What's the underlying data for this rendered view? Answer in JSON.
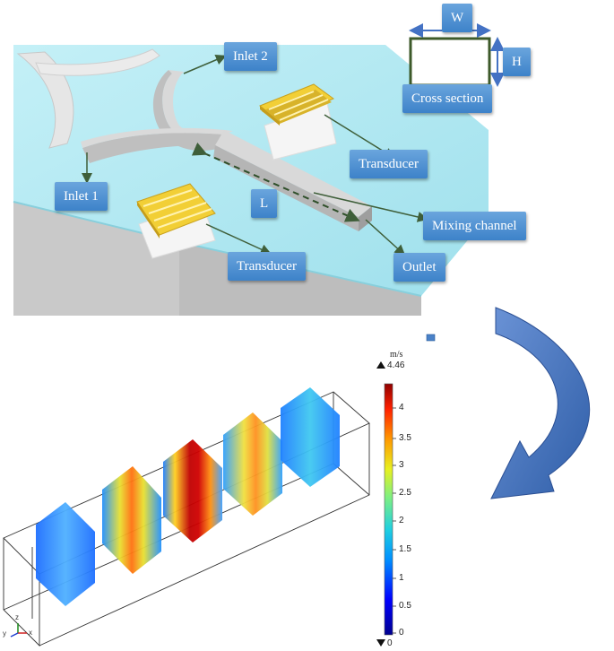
{
  "top": {
    "labels": {
      "w": "W",
      "h": "H",
      "cross_section": "Cross section",
      "inlet2": "Inlet 2",
      "inlet1": "Inlet 1",
      "transducer_upper": "Transducer",
      "transducer_lower": "Transducer",
      "length": "L",
      "mixing_channel": "Mixing channel",
      "outlet": "Outlet"
    },
    "colors": {
      "substrate": "#b6ecf4",
      "label_fill": "#4f93d6",
      "arrow": "#3f5f3a",
      "transducer": "#f0cf3c"
    }
  },
  "bottom": {
    "colorbar": {
      "unit": "m/s",
      "max_label": "4.46",
      "min_label": "0",
      "ticks": [
        "4",
        "3.5",
        "3",
        "2.5",
        "2",
        "1.5",
        "1",
        "0.5",
        "0"
      ]
    },
    "axes": {
      "y": "y",
      "z": "z",
      "x": "x"
    },
    "colors": {
      "curved_arrow": "#3f6fbf"
    }
  }
}
